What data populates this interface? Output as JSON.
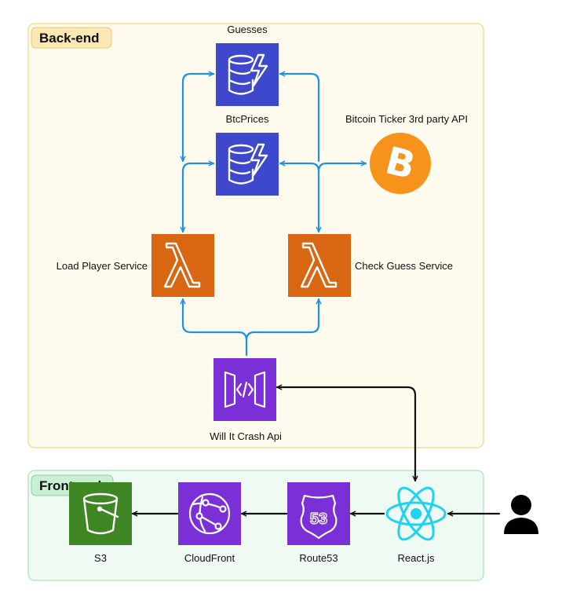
{
  "groups": {
    "backend": {
      "label": "Back-end",
      "fill": "#FEFBEE",
      "stroke": "#F6DC9A",
      "tag_fill": "#FBE8B4"
    },
    "frontend": {
      "label": "Front-end",
      "fill": "#EFFAF3",
      "stroke": "#B6E6C4",
      "tag_fill": "#C9EFD5"
    }
  },
  "nodes": {
    "guesses": {
      "label": "Guesses",
      "icon": "dynamodb-icon",
      "color": "#3D48CC"
    },
    "btcprices": {
      "label": "BtcPrices",
      "icon": "dynamodb-icon",
      "color": "#3D48CC"
    },
    "bitcoin": {
      "label": "Bitcoin Ticker 3rd party API",
      "icon": "bitcoin-icon",
      "color": "#F7931A"
    },
    "load_player": {
      "label": "Load Player Service",
      "icon": "lambda-icon",
      "color": "#D86613"
    },
    "check_guess": {
      "label": "Check Guess Service",
      "icon": "lambda-icon",
      "color": "#D86613"
    },
    "api": {
      "label": "Will It Crash Api",
      "icon": "api-gateway-icon",
      "color": "#7B2FD6"
    },
    "s3": {
      "label": "S3",
      "icon": "s3-bucket-icon",
      "color": "#3F8624"
    },
    "cloudfront": {
      "label": "CloudFront",
      "icon": "cloudfront-icon",
      "color": "#7B2FD6"
    },
    "route53": {
      "label": "Route53",
      "icon": "route53-icon",
      "color": "#7B2FD6",
      "shield_text": "53"
    },
    "react": {
      "label": "React.js",
      "icon": "react-icon",
      "color": "#1ED3F2"
    },
    "user": {
      "icon": "user-icon",
      "color": "#000000"
    }
  },
  "edge_colors": {
    "backend": "#1E90E8",
    "frontend": "#111111"
  }
}
